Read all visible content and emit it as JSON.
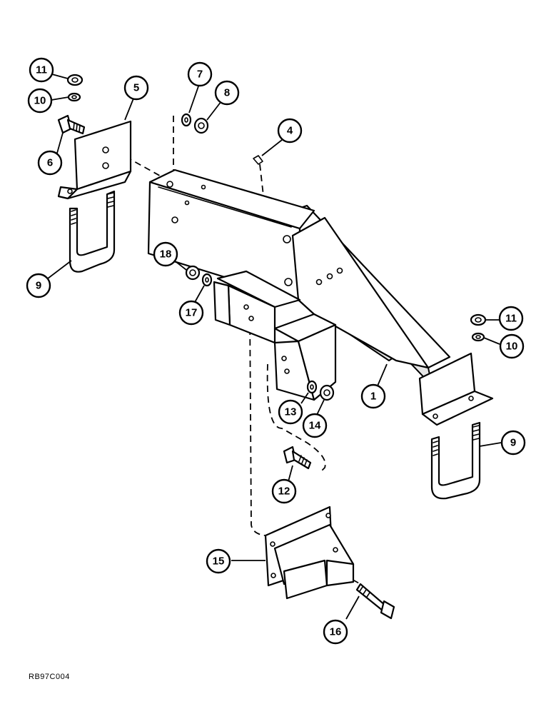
{
  "figure": {
    "code": "RB97C004"
  },
  "callouts": [
    {
      "id": "c1",
      "label": "1"
    },
    {
      "id": "c4",
      "label": "4"
    },
    {
      "id": "c5",
      "label": "5"
    },
    {
      "id": "c6",
      "label": "6"
    },
    {
      "id": "c7",
      "label": "7"
    },
    {
      "id": "c8",
      "label": "8"
    },
    {
      "id": "c9a",
      "label": "9"
    },
    {
      "id": "c9b",
      "label": "9"
    },
    {
      "id": "c10a",
      "label": "10"
    },
    {
      "id": "c10b",
      "label": "10"
    },
    {
      "id": "c11a",
      "label": "11"
    },
    {
      "id": "c11b",
      "label": "11"
    },
    {
      "id": "c12",
      "label": "12"
    },
    {
      "id": "c13",
      "label": "13"
    },
    {
      "id": "c14",
      "label": "14"
    },
    {
      "id": "c15",
      "label": "15"
    },
    {
      "id": "c16",
      "label": "16"
    },
    {
      "id": "c17",
      "label": "17"
    },
    {
      "id": "c18",
      "label": "18"
    }
  ]
}
